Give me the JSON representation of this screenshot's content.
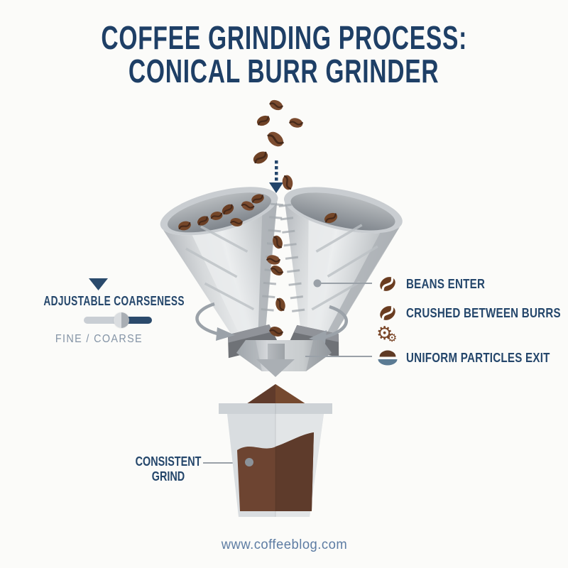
{
  "title": {
    "line1": "COFFEE GRINDING PROCESS:",
    "line2": "CONICAL BURR GRINDER"
  },
  "left_panel": {
    "pointer_icon": "down-triangle-icon",
    "heading": "ADJUSTABLE COARSENESS",
    "slider": {
      "position_pct": 58,
      "left_track_color": "#c9ced4",
      "right_track_color": "#2b4a6c"
    },
    "range_label": "FINE / COARSE"
  },
  "steps": [
    {
      "icon": "coffee-bean-icon",
      "label": "BEANS ENTER"
    },
    {
      "icon": "coffee-bean-icon",
      "label": "CRUSHED BETWEEN BURRS"
    },
    {
      "icon": "gears-icon",
      "label": "",
      "glyph": "⚙"
    },
    {
      "icon": "particles-exit-icon",
      "label": "UNIFORM PARTICLES EXIT"
    }
  ],
  "cup_label": {
    "line1": "CONSISTENT",
    "line2": "GRIND"
  },
  "footer": {
    "url": "www.coffeeblog.com"
  },
  "colors": {
    "navy": "#24466b",
    "title_navy": "#1e3f66",
    "bean_brown": "#7a4a2e",
    "dark_brown": "#5f3a24",
    "grounds_brown": "#6d4431",
    "steel_light": "#d6d9db",
    "steel_dark": "#a6abb0",
    "slate_blue": "#5b7b94",
    "footer_blue": "#5d7ca3",
    "background": "#fbfbf9"
  }
}
